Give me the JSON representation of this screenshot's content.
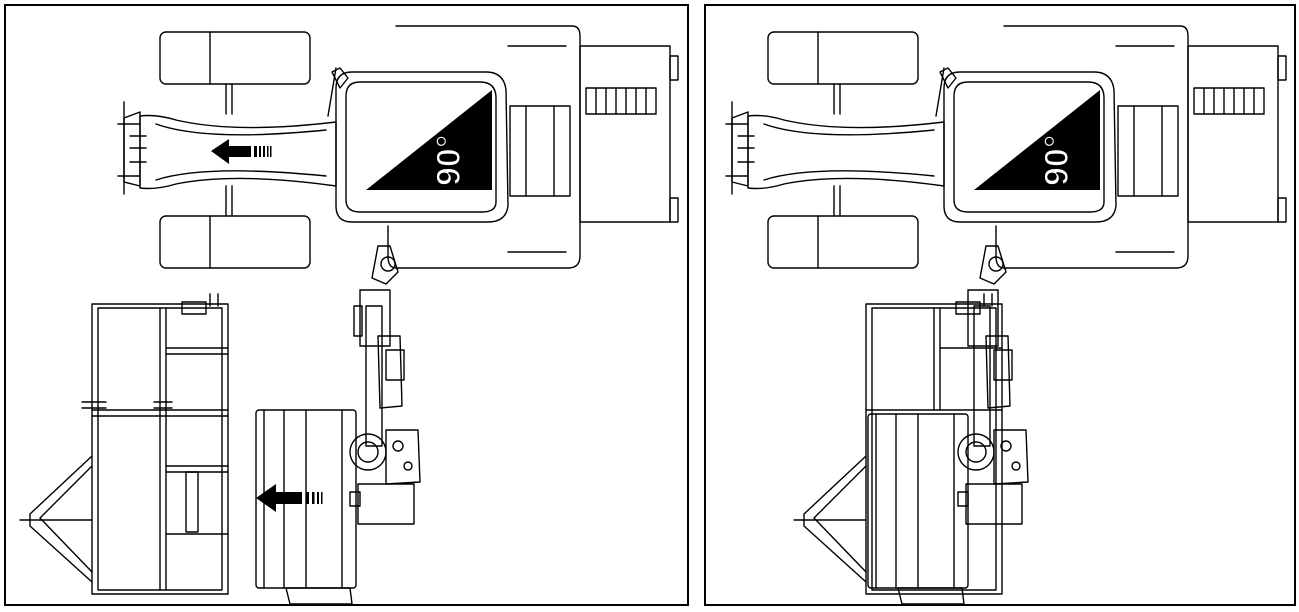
{
  "panels": [
    {
      "angle_label": "90°",
      "arrows": [
        "direction-arrow",
        "direction-arrow"
      ]
    },
    {
      "angle_label": "90°"
    }
  ],
  "colors": {
    "line": "#000000",
    "background": "#ffffff",
    "marker": "#000000"
  }
}
